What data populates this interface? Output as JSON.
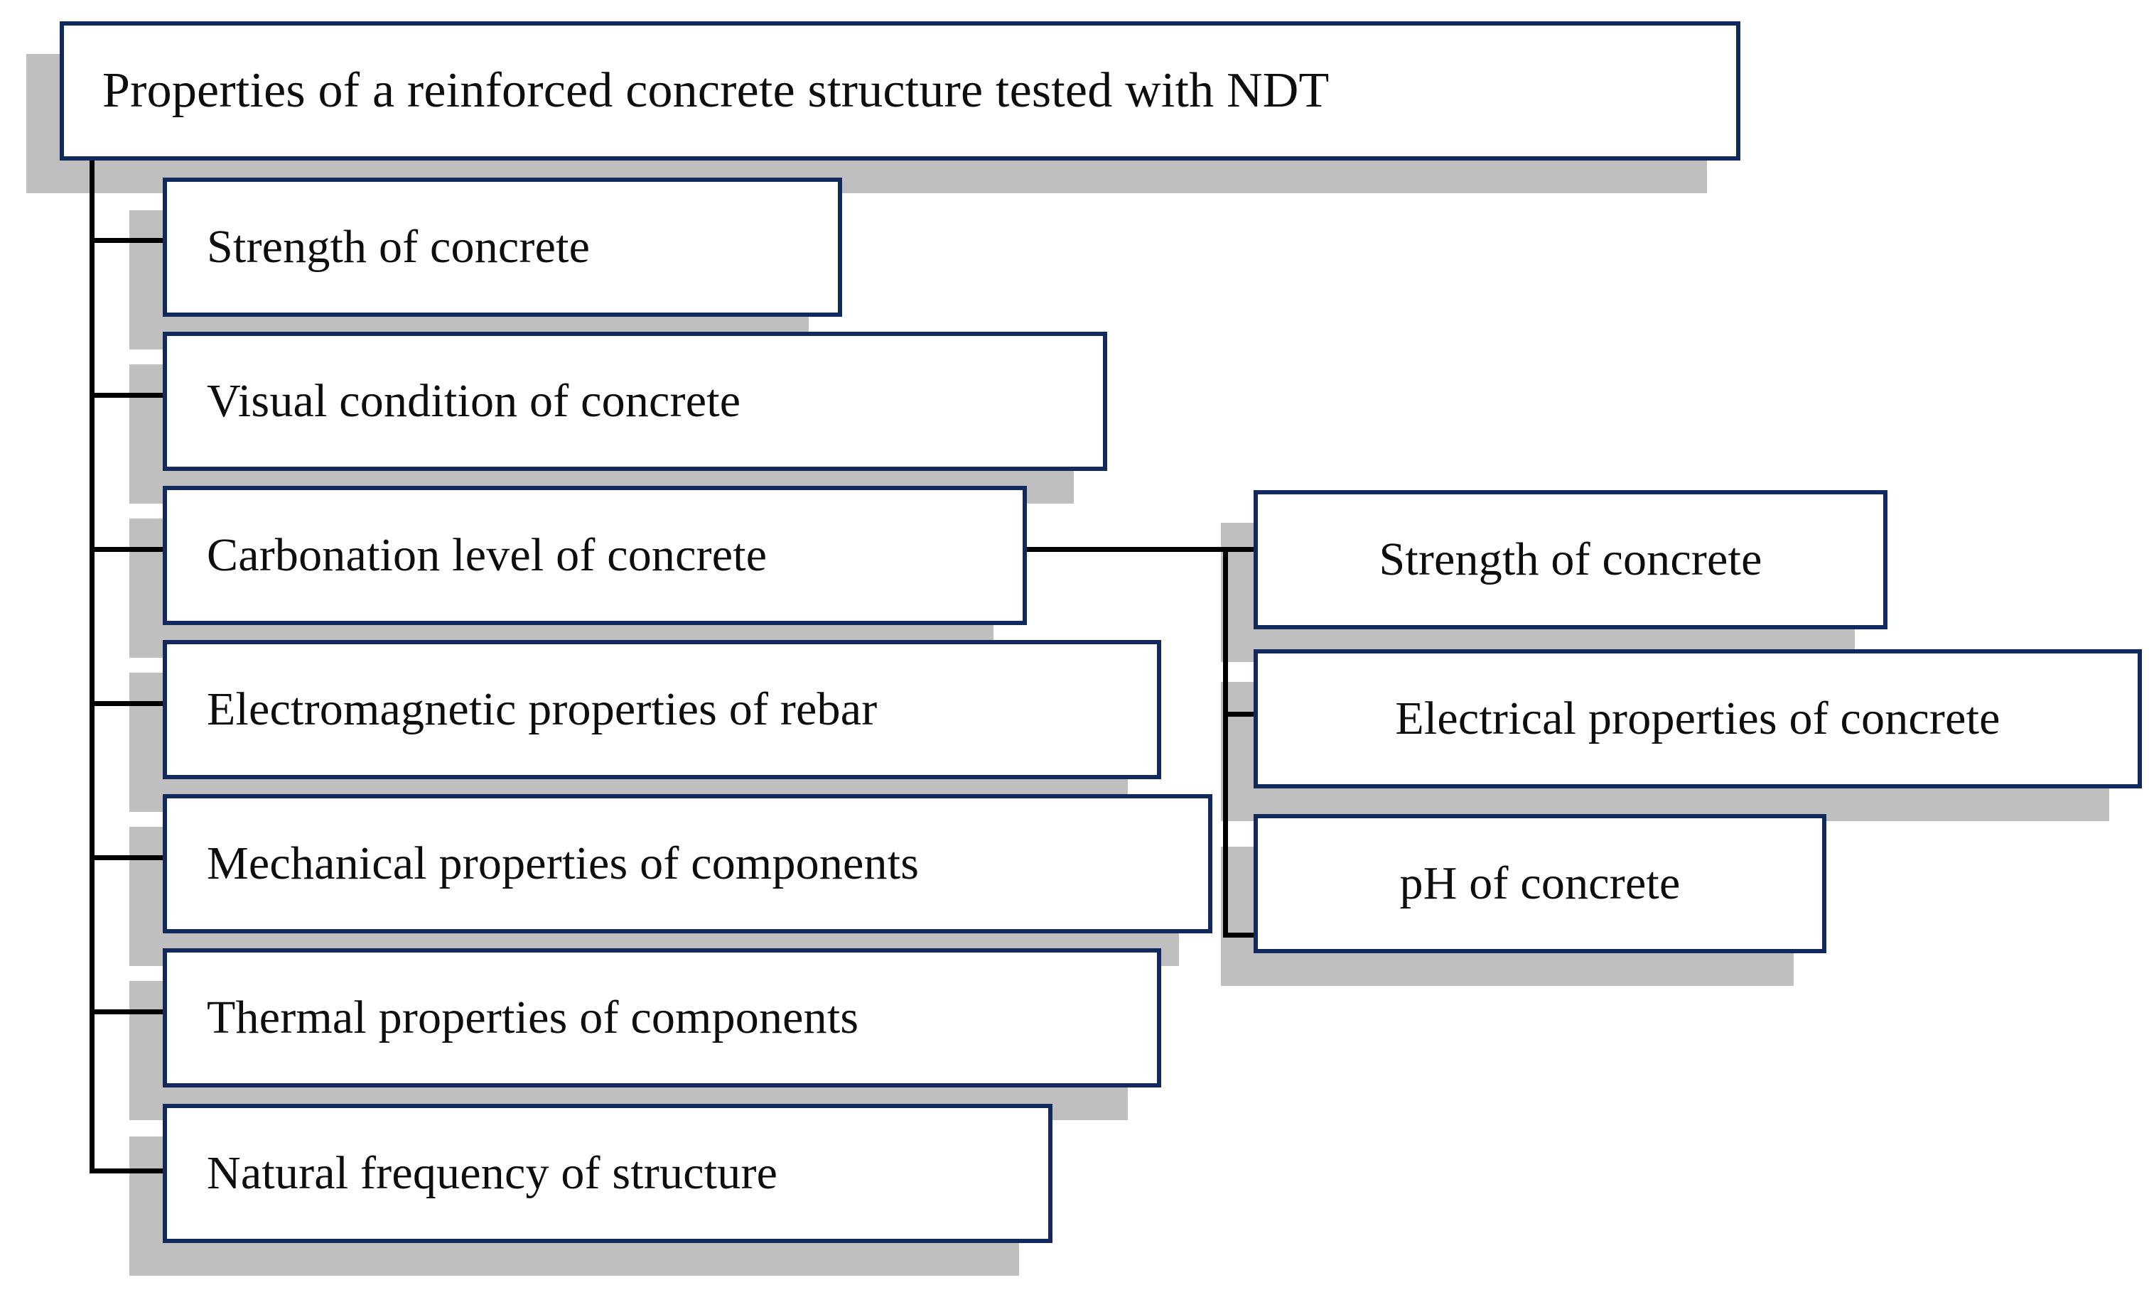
{
  "diagram": {
    "type": "tree",
    "title": "Properties of a reinforced concrete structure tested with NDT",
    "colors": {
      "box_border": "#12295e",
      "box_fill": "#ffffff",
      "shadow": "#bfbfbf",
      "connector": "#000000",
      "text": "#0d0d0d",
      "background": "#ffffff"
    },
    "root": {
      "label": "Properties of a reinforced concrete structure tested with NDT"
    },
    "branches": [
      {
        "label": "Strength of concrete"
      },
      {
        "label": "Visual condition of concrete"
      },
      {
        "label": "Carbonation level of concrete"
      },
      {
        "label": "Electromagnetic properties of rebar"
      },
      {
        "label": "Mechanical properties of components"
      },
      {
        "label": "Thermal properties of components"
      },
      {
        "label": "Natural frequency of structure"
      }
    ],
    "sub_branches": {
      "parent": "Carbonation level of concrete",
      "items": [
        {
          "label": "Strength of concrete"
        },
        {
          "label": "Electrical properties of concrete"
        },
        {
          "label": "pH of concrete"
        }
      ]
    }
  }
}
